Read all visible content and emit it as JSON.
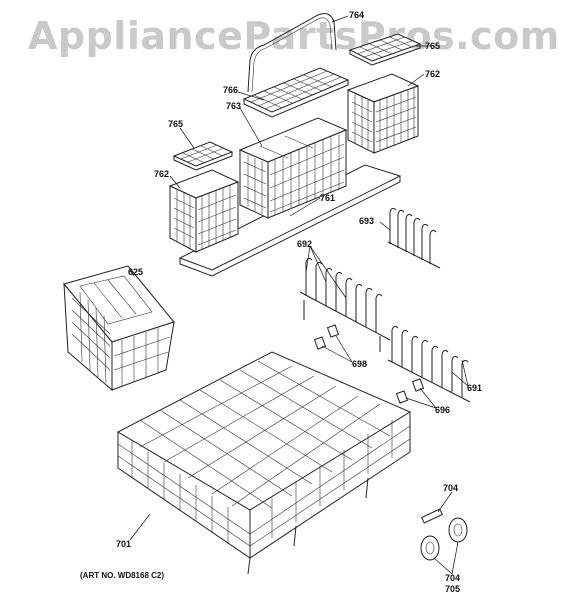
{
  "watermark": "AppliancePartsPros.com",
  "art_number": "(ART NO. WD8168 C2)",
  "callouts": {
    "c764": "764",
    "c765a": "765",
    "c762a": "762",
    "c766": "766",
    "c763": "763",
    "c765b": "765",
    "c762b": "762",
    "c761": "761",
    "c693": "693",
    "c692": "692",
    "c625": "625",
    "c698": "698",
    "c691": "691",
    "c696": "696",
    "c704a": "704",
    "c701": "701",
    "c704b": "704",
    "c705": "705"
  }
}
